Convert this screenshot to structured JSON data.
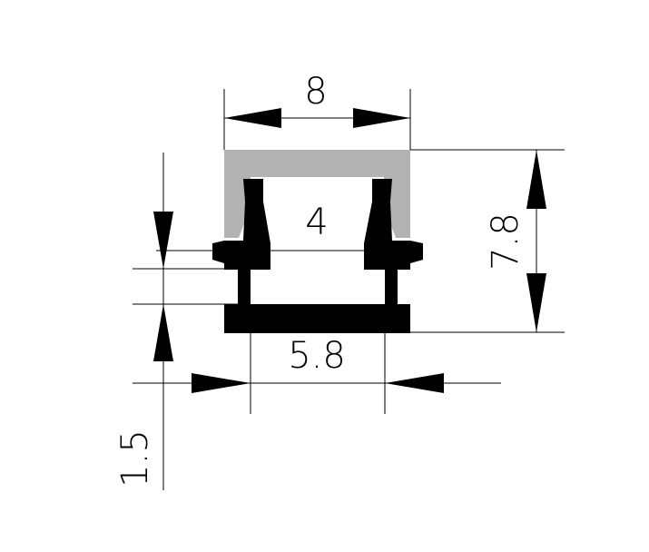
{
  "dimensions": {
    "top_width": "8",
    "inner_width": "4",
    "height": "7.8",
    "base_width": "5.8",
    "thickness": "1.5"
  },
  "colors": {
    "profile": "#000000",
    "diffuser": "#b3b3b3",
    "background": "#ffffff"
  }
}
